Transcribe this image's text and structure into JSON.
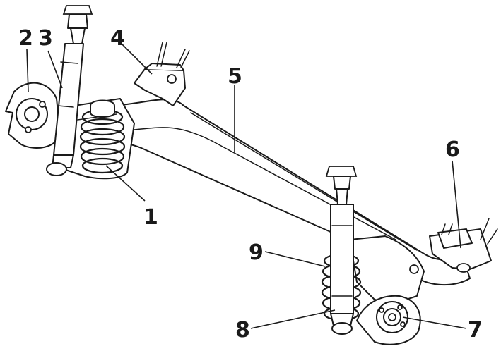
{
  "callouts": [
    {
      "id": "1",
      "text": "1"
    },
    {
      "id": "2",
      "text": "2"
    },
    {
      "id": "3",
      "text": "3"
    },
    {
      "id": "4",
      "text": "4"
    },
    {
      "id": "5",
      "text": "5"
    },
    {
      "id": "6",
      "text": "6"
    },
    {
      "id": "7",
      "text": "7"
    },
    {
      "id": "8",
      "text": "8"
    },
    {
      "id": "9",
      "text": "9"
    }
  ],
  "colors": {
    "ink": "#1a1a1a",
    "paper": "#ffffff"
  }
}
